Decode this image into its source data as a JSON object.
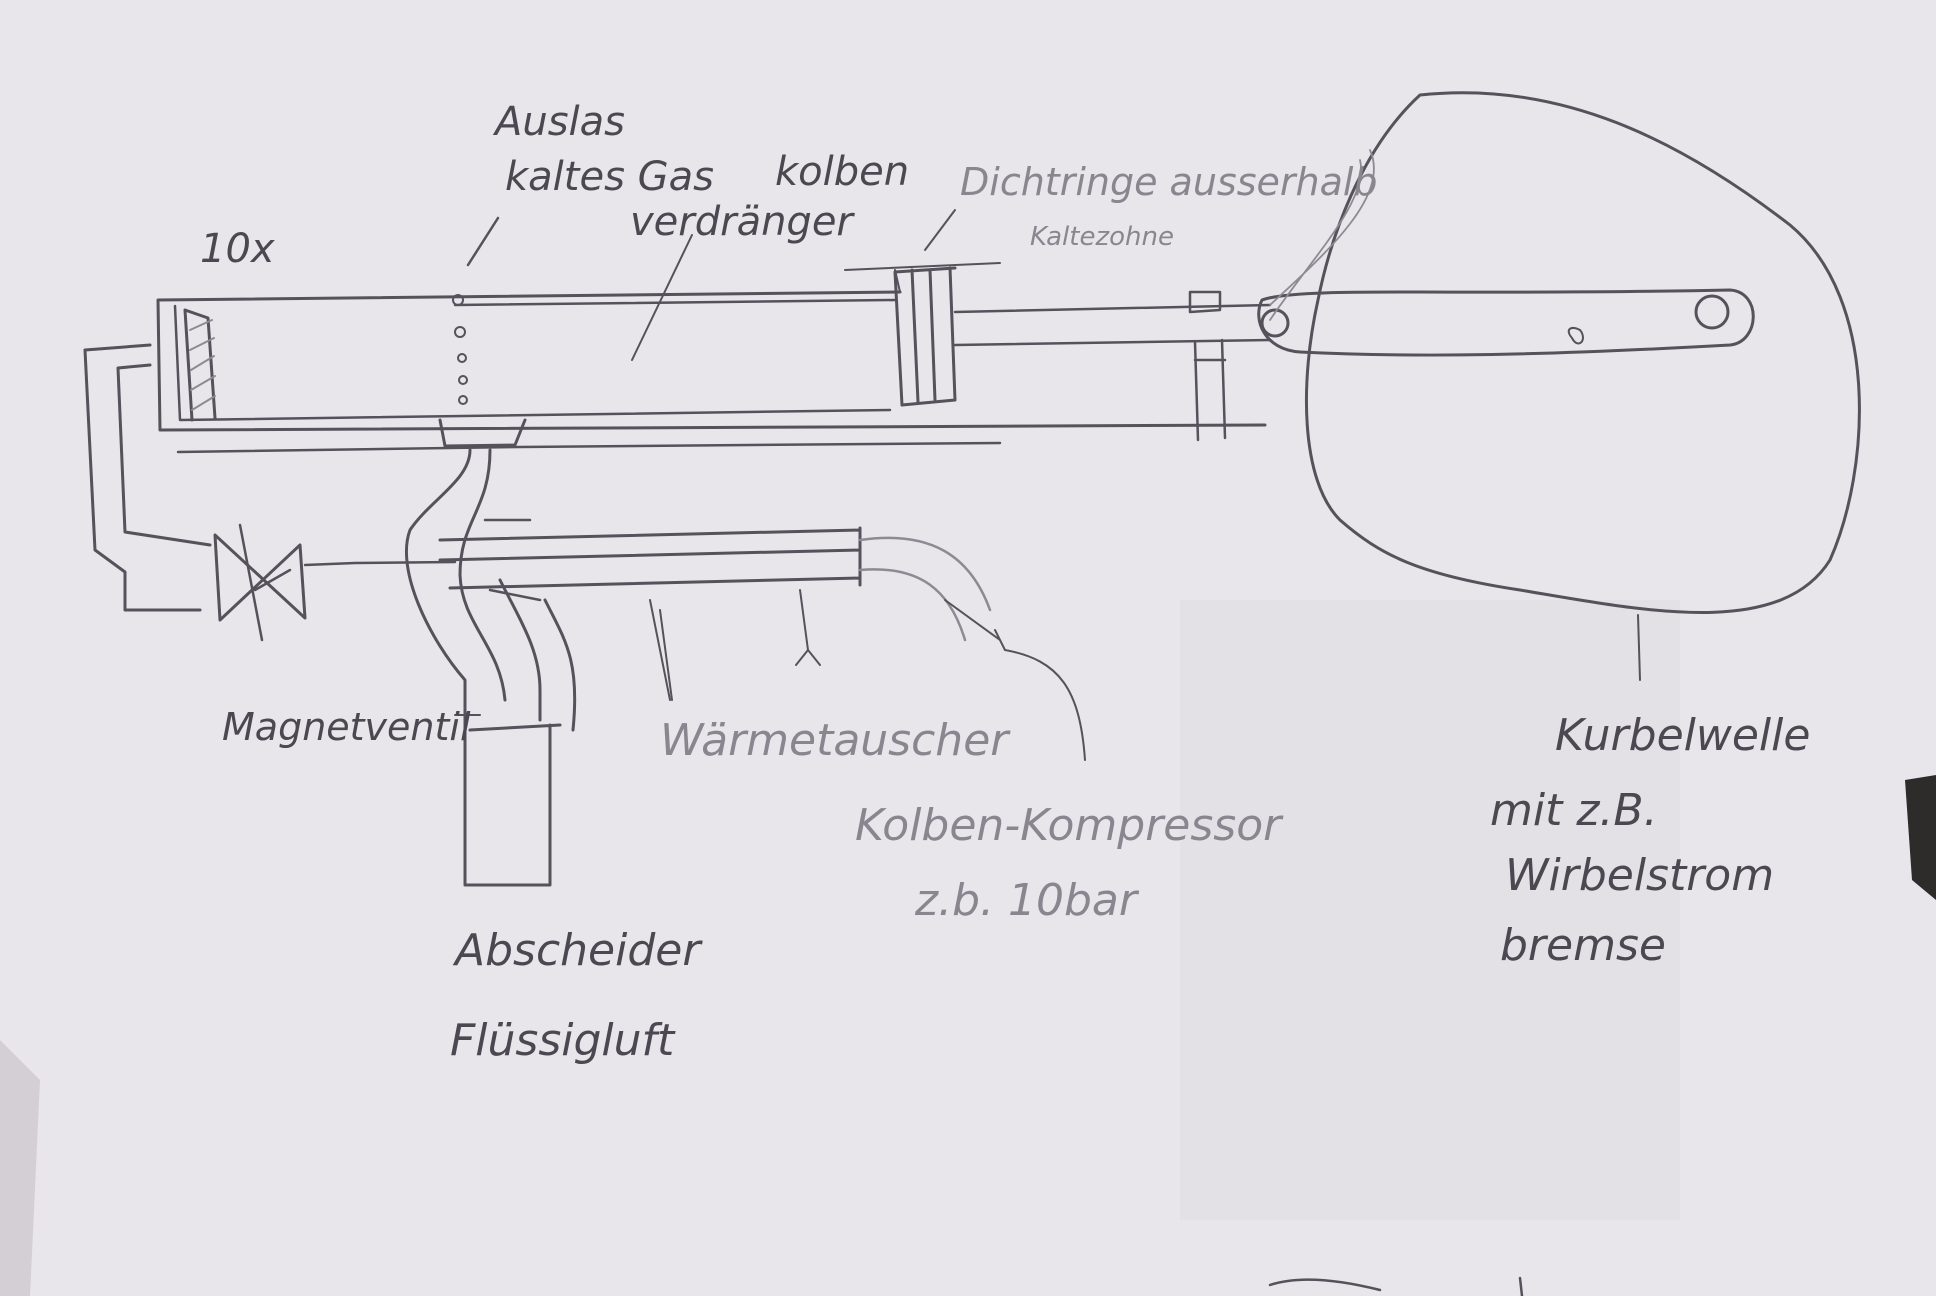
{
  "labels": {
    "scale": "10x",
    "outlet_line1": "Auslas",
    "outlet_line2": "kaltes Gas",
    "piston": "kolben",
    "displacer": "verdränger",
    "seals_line1": "Dichtringe ausserhalb",
    "seals_line2": "Kaltezohne",
    "solenoid": "Magnetventil",
    "heat_exchanger": "Wärmetauscher",
    "compressor_line1": "Kolben-Kompressor",
    "compressor_line2": "z.b. 10bar",
    "separator_line1": "Abscheider",
    "separator_line2": "Flüssigluft",
    "crankshaft_line1": "Kurbelwelle",
    "crankshaft_line2": "mit z.B.",
    "crankshaft_line3": "Wirbelstrom",
    "crankshaft_line4": "bremse"
  },
  "colors": {
    "paper": "#e9e6ec",
    "pencil": "#55525c",
    "pencil_light": "#8e8a94",
    "background": "#3a3836"
  }
}
